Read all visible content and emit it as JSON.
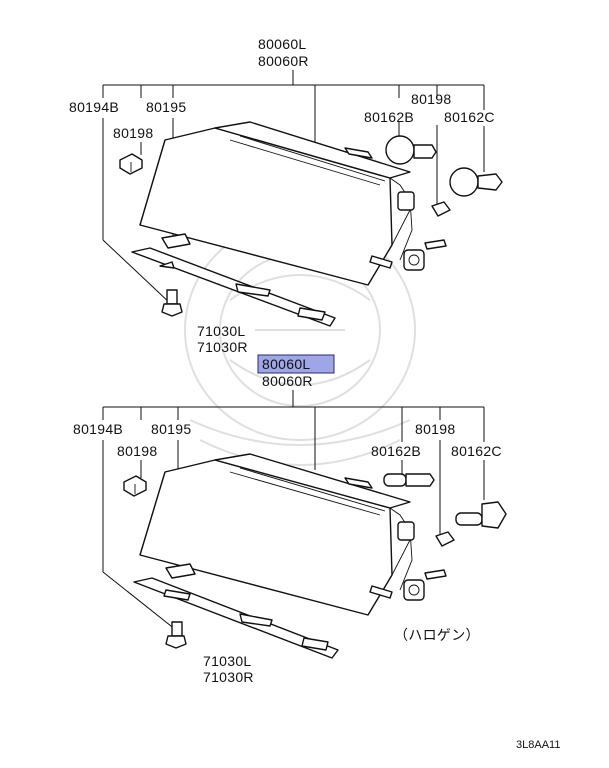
{
  "upper": {
    "headlamp_l": "80060L",
    "headlamp_r": "80060R",
    "screw_a": "80194B",
    "screw_b": "80198",
    "clip": "80195",
    "bulb_screw": "80198",
    "bulb_a": "80162B",
    "bulb_c": "80162C",
    "trim_l": "71030L",
    "trim_r": "71030R"
  },
  "lower": {
    "headlamp_l": "80060L",
    "headlamp_r": "80060R",
    "screw_a": "80194B",
    "screw_b": "80198",
    "clip": "80195",
    "bulb_screw": "80198",
    "bulb_a": "80162B",
    "bulb_c": "80162C",
    "trim_l": "71030L",
    "trim_r": "71030R",
    "note": "（ハロゲン）"
  },
  "footer_code": "3L8AA11",
  "highlight_color": "#9fa6e6"
}
